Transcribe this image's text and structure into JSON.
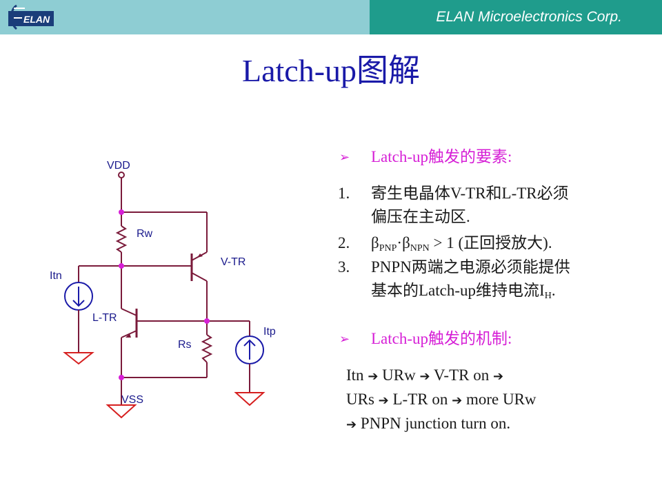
{
  "header": {
    "company": "ELAN Microelectronics Corp.",
    "logo_text": "ELAN"
  },
  "title": "Latch-up图解",
  "circuit": {
    "labels": {
      "vdd": "VDD",
      "vss": "VSS",
      "rw": "Rw",
      "rs": "Rs",
      "vtr": "V-TR",
      "ltr": "L-TR",
      "itn": "Itn",
      "itp": "Itp"
    }
  },
  "section1": {
    "heading": "Latch-up触发的要素:",
    "items": [
      {
        "num": "1.",
        "line1": "寄生电晶体V-TR和L-TR必须",
        "line2": "偏压在主动区."
      },
      {
        "num": "2.",
        "beta": "β",
        "sub1": "PNP",
        "dot": "·",
        "sub2": "NPN",
        "rest": " > 1 (正回授放大)."
      },
      {
        "num": "3.",
        "line1": "PNPN两端之电源必须能提供",
        "line2_a": "基本的Latch-up维持电流I",
        "line2_sub": "H",
        "line2_b": "."
      }
    ]
  },
  "section2": {
    "heading": "Latch-up触发的机制:",
    "arrow": "➔",
    "line1": [
      "Itn",
      "URw",
      "V-TR on",
      ""
    ],
    "line2": [
      "URs",
      "L-TR on",
      "more URw"
    ],
    "line3": [
      "",
      "PNPN junction turn on."
    ]
  }
}
